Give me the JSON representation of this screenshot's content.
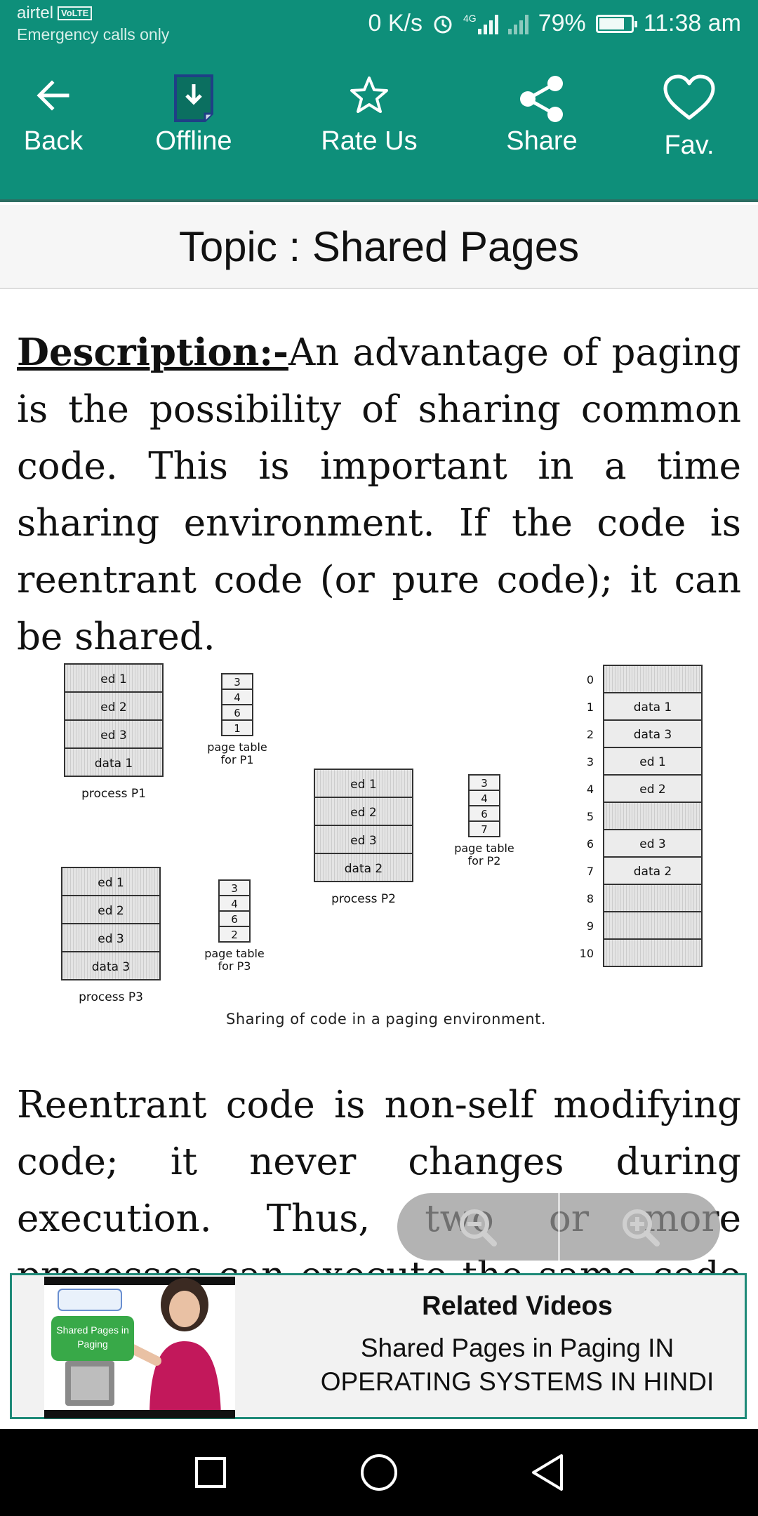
{
  "status_bar": {
    "carrier": "airtel",
    "volte": "VoLTE",
    "emergency": "Emergency calls only",
    "speed": "0 K/s",
    "network": "4G",
    "battery_percent_label": "79%",
    "battery_level": 0.79,
    "time": "11:38 am"
  },
  "toolbar": {
    "back": "Back",
    "offline": "Offline",
    "rate": "Rate Us",
    "share": "Share",
    "fav": "Fav."
  },
  "topic": {
    "title": "Topic : Shared Pages"
  },
  "content": {
    "description_label": "Description:-",
    "description_text": "An advantage of paging is the possibility of sharing common code. This is important in a time sharing environment. If the code is reentrant code (or pure code); it can be shared.",
    "paragraph2": "Reentrant code is non-self modifying code; it never changes during execution. Thus, two or more processes can execute the same code at the same time."
  },
  "figure": {
    "caption": "Sharing of code in a paging environment.",
    "processes": [
      {
        "label": "process P1",
        "pages": [
          "ed 1",
          "ed 2",
          "ed 3",
          "data 1"
        ]
      },
      {
        "label": "process P2",
        "pages": [
          "ed 1",
          "ed 2",
          "ed 3",
          "data 2"
        ]
      },
      {
        "label": "process P3",
        "pages": [
          "ed 1",
          "ed 2",
          "ed 3",
          "data 3"
        ]
      }
    ],
    "page_tables": [
      {
        "label_line1": "page table",
        "label_line2": "for P1",
        "entries": [
          "3",
          "4",
          "6",
          "1"
        ]
      },
      {
        "label_line1": "page table",
        "label_line2": "for P2",
        "entries": [
          "3",
          "4",
          "6",
          "7"
        ]
      },
      {
        "label_line1": "page table",
        "label_line2": "for P3",
        "entries": [
          "3",
          "4",
          "6",
          "2"
        ]
      }
    ],
    "frame_numbers": [
      "0",
      "1",
      "2",
      "3",
      "4",
      "5",
      "6",
      "7",
      "8",
      "9",
      "10"
    ],
    "frames": [
      "",
      "data 1",
      "data 3",
      "ed 1",
      "ed 2",
      "",
      "ed 3",
      "data 2",
      "",
      "",
      ""
    ]
  },
  "related": {
    "heading": "Related Videos",
    "title": "Shared Pages in Paging IN OPERATING SYSTEMS IN HINDI",
    "thumb_text": "Shared Pages in Paging"
  },
  "colors": {
    "toolbar": "#0e8f7a",
    "accent_border": "#1e8a78",
    "navbar": "#000000"
  }
}
